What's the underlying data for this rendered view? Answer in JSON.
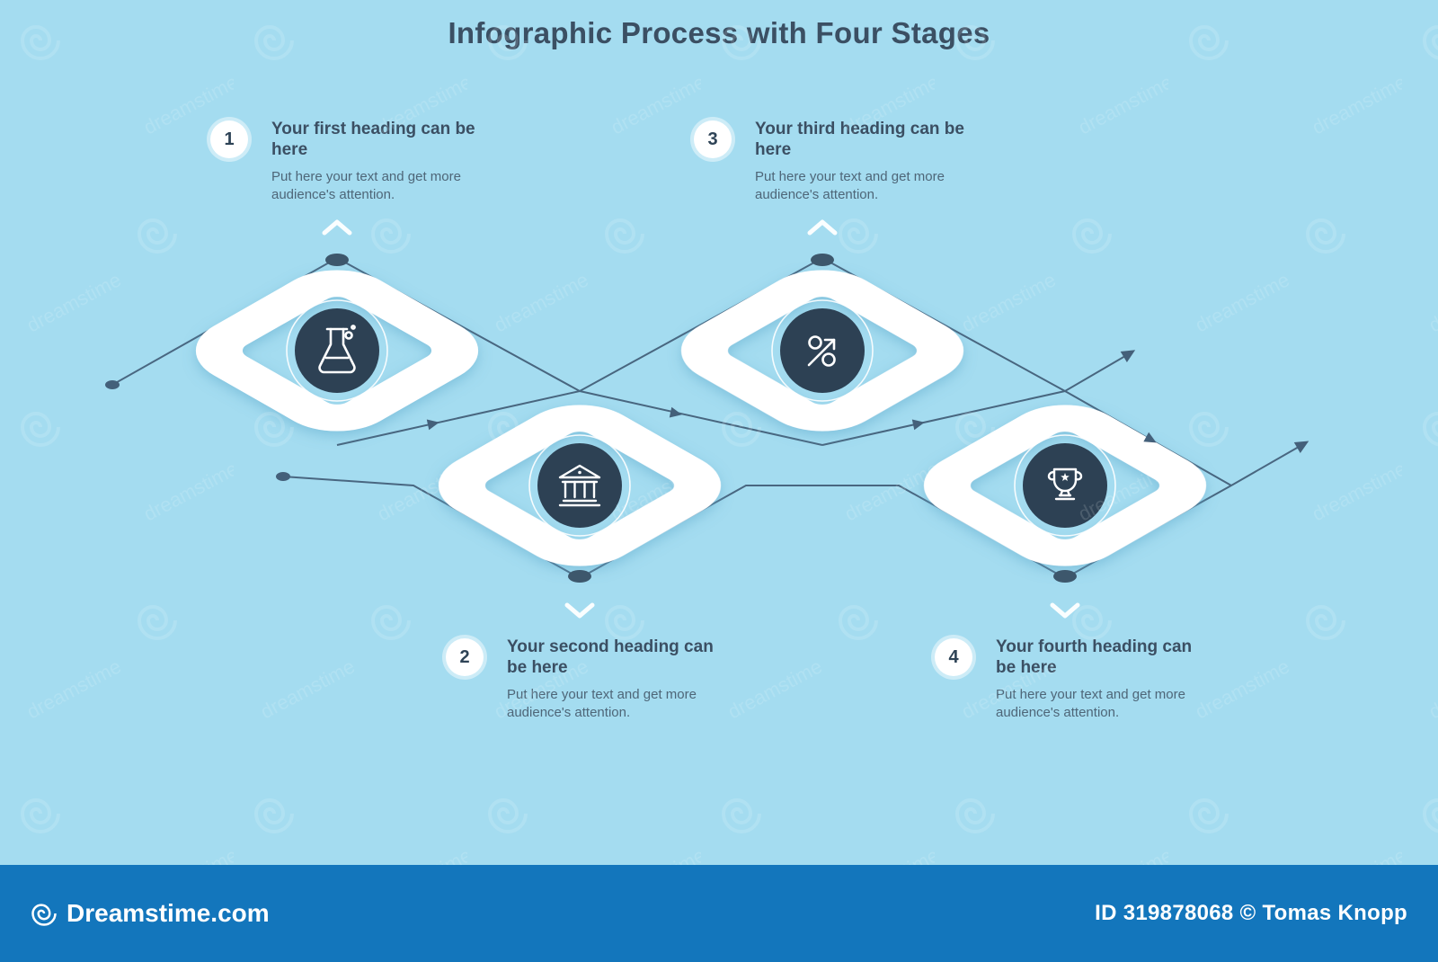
{
  "title": "Infographic Process with Four Stages",
  "stages": [
    {
      "number": "1",
      "heading": "Your first heading can be here",
      "body": "Put here your text and get more audience's attention.",
      "icon": "flask-icon"
    },
    {
      "number": "2",
      "heading": "Your second heading can be here",
      "body": "Put here your text and get more audience's attention.",
      "icon": "bank-icon"
    },
    {
      "number": "3",
      "heading": "Your third heading can be here",
      "body": "Put here your text and get more audience's attention.",
      "icon": "percent-arrow-icon"
    },
    {
      "number": "4",
      "heading": "Your fourth heading can be here",
      "body": "Put here your text and get more audience's attention.",
      "icon": "trophy-icon"
    }
  ],
  "footer": {
    "brand": "Dreamstime.com",
    "license_text": "ID 319878068 © Tomas Knopp"
  },
  "watermark_text": "dreamstime",
  "colors": {
    "background": "#a4dcf0",
    "dark_disc": "#2d4154",
    "heading_text": "#3b4f63",
    "body_text": "#4e6678",
    "connector_line": "#44607a",
    "footer_bar": "#1376bc",
    "white": "#ffffff"
  }
}
